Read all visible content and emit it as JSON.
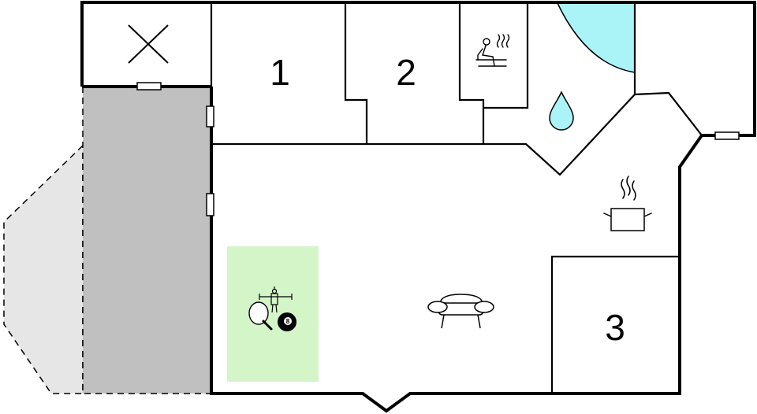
{
  "floorplan": {
    "rooms": [
      {
        "id": "bedroom-1",
        "label": "1"
      },
      {
        "id": "bedroom-2",
        "label": "2"
      },
      {
        "id": "bedroom-3",
        "label": "3"
      }
    ],
    "icons": [
      {
        "id": "void",
        "icon": "cross-icon"
      },
      {
        "id": "sauna",
        "icon": "sauna-icon"
      },
      {
        "id": "bathroom",
        "icon": "water-drop-icon"
      },
      {
        "id": "kitchen",
        "icon": "cooking-pot-icon"
      },
      {
        "id": "living",
        "icon": "sofa-icon"
      },
      {
        "id": "games",
        "icon": "games-icon"
      },
      {
        "id": "pool",
        "icon": "whirlpool-icon"
      }
    ],
    "colors": {
      "wall": "#000000",
      "terrace": "#c0c0c0",
      "outer_terrace": "#e6e6e6",
      "games_area": "#d3f5c8",
      "water": "#aaf4f8"
    }
  }
}
